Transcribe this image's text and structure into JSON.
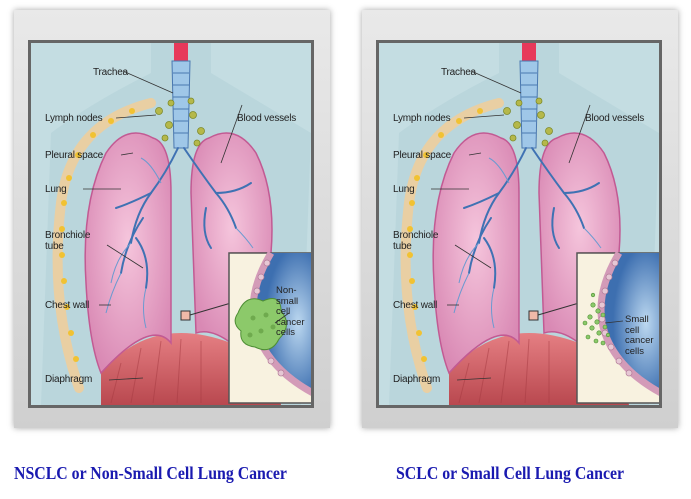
{
  "panels": [
    {
      "labels": {
        "trachea": "Trachea",
        "lymph_nodes": "Lymph nodes",
        "blood_vessels": "Blood vessels",
        "pleural_space": "Pleural space",
        "lung": "Lung",
        "bronchiole_tube": "Bronchiole\ntube",
        "chest_wall": "Chest wall",
        "diaphragm": "Diaphragm"
      },
      "inset_label": "Non-small\ncell\ncancer\ncells",
      "caption": "NSCLC or Non-Small Cell Lung Cancer"
    },
    {
      "labels": {
        "trachea": "Trachea",
        "lymph_nodes": "Lymph nodes",
        "blood_vessels": "Blood vessels",
        "pleural_space": "Pleural space",
        "lung": "Lung",
        "bronchiole_tube": "Bronchiole\ntube",
        "chest_wall": "Chest wall",
        "diaphragm": "Diaphragm"
      },
      "inset_label": "Small cell\ncancer\ncells",
      "caption": "SCLC or Small Cell Lung Cancer"
    }
  ],
  "colors": {
    "caption": "#1a1ab0",
    "background": "#c4dde2",
    "lung": "#e9a7c6",
    "diaphragm": "#d86a6f",
    "cancer_cells": "#8cc96a",
    "vessels": "#3f72b3"
  }
}
